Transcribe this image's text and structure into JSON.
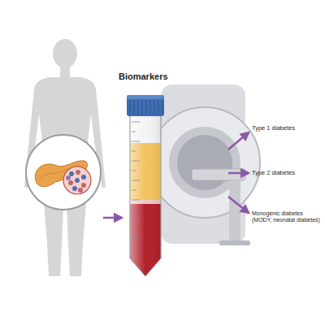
{
  "diagram": {
    "labels": [
      "Biomarkers",
      "Type 1 diabetes",
      "Type 2 diabetes",
      "Monogenic diabetes (MODY, neonatal diabetes)"
    ]
  }
}
